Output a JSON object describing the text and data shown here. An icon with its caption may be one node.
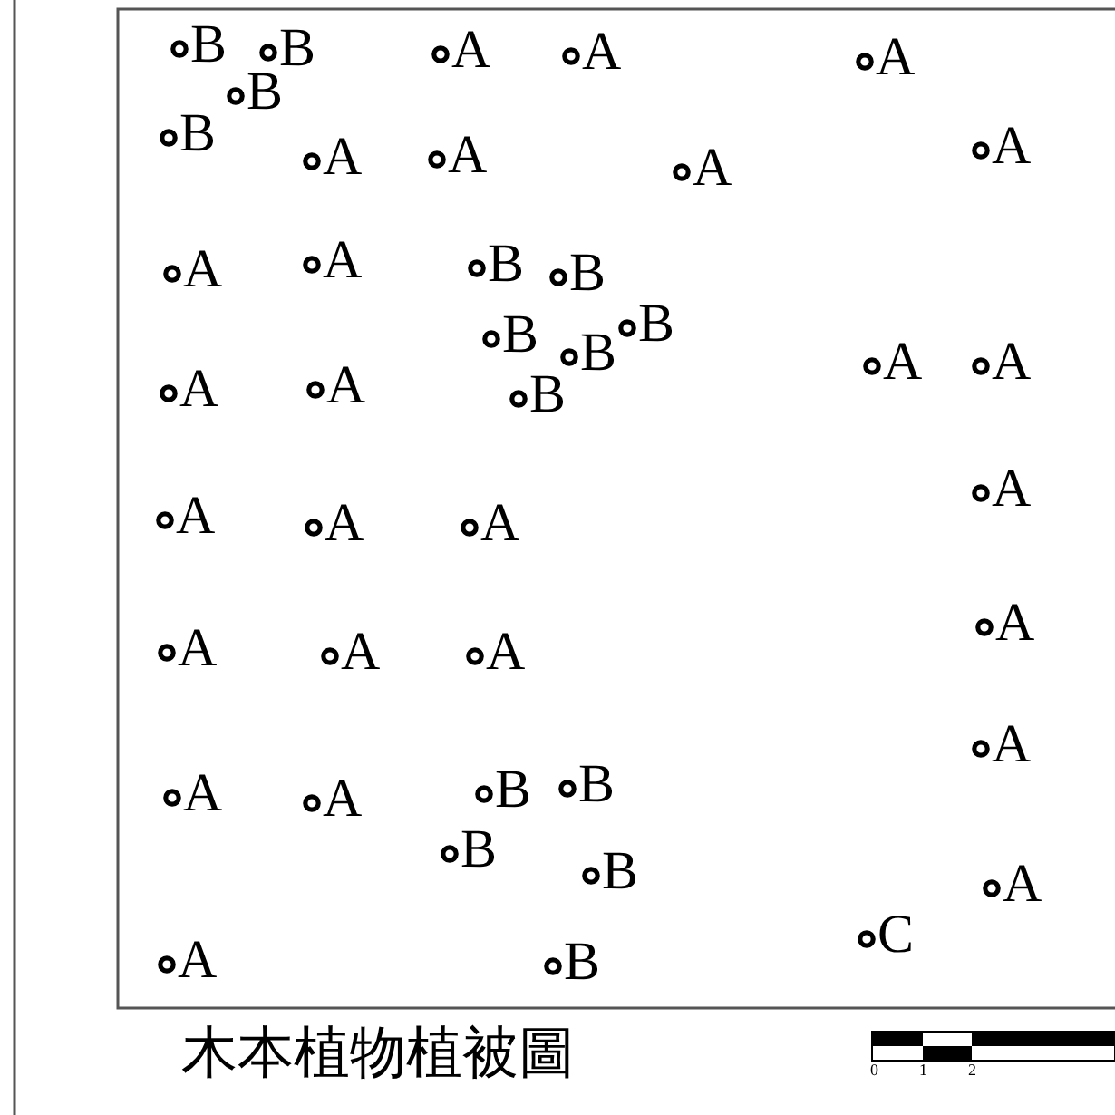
{
  "diagram": {
    "title": "木本植物植被圖",
    "labels": [
      "B",
      "B",
      "A",
      "A",
      "A",
      "B",
      "B",
      "A",
      "A",
      "A",
      "A",
      "A",
      "A",
      "B",
      "B",
      "B",
      "B",
      "B",
      "A",
      "A",
      "B",
      "A",
      "A",
      "A",
      "A",
      "A",
      "A",
      "A",
      "A",
      "A",
      "A",
      "A",
      "A",
      "B",
      "B",
      "A",
      "B",
      "B",
      "A",
      "A",
      "B",
      "C",
      "0",
      "1",
      "2"
    ]
  }
}
